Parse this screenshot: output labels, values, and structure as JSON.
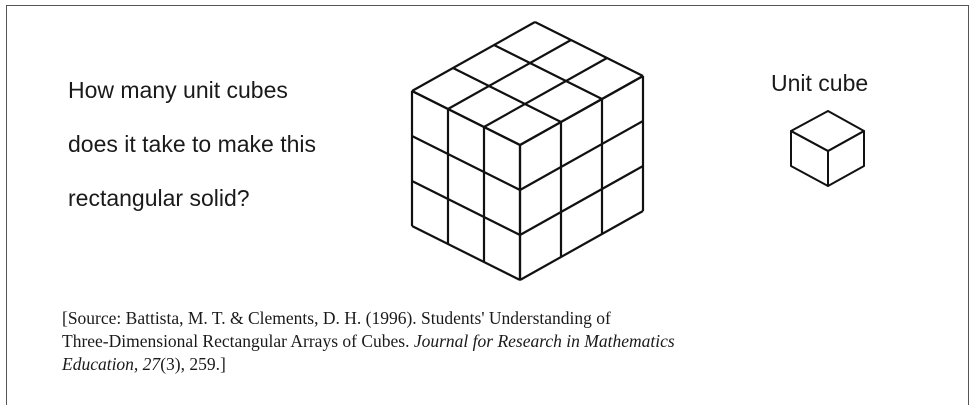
{
  "question": {
    "lines": [
      "How many unit cubes",
      "does it take to make this",
      "rectangular solid?"
    ]
  },
  "unit_cube_label": "Unit cube",
  "solid_grid": {
    "front_columns": 3,
    "rows": 3,
    "depth": 3
  },
  "source": {
    "line1": "[Source: Battista, M. T. & Clements, D. H. (1996). Students' Understanding of",
    "line2_prefix": "Three-Dimensional Rectangular Arrays of Cubes. ",
    "line2_journal": "Journal for Research in Mathematics",
    "line3_journal": "Education, 27",
    "line3_suffix": "(3), 259.]"
  }
}
